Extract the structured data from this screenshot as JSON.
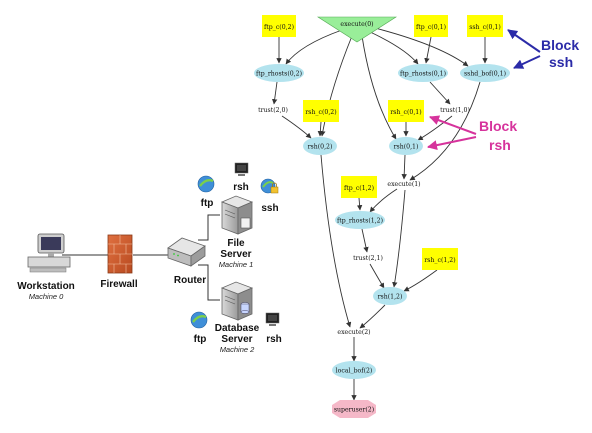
{
  "network": {
    "workstation": {
      "label": "Workstation",
      "sublabel": "Machine 0"
    },
    "firewall": {
      "label": "Firewall"
    },
    "router": {
      "label": "Router"
    },
    "file_server": {
      "label_line1": "File",
      "label_line2": "Server",
      "sublabel": "Machine 1"
    },
    "db_server": {
      "label_line1": "Database",
      "label_line2": "Server",
      "sublabel": "Machine 2"
    },
    "services": {
      "ftp1": "ftp",
      "rsh1": "rsh",
      "ssh1": "ssh",
      "ftp2": "ftp",
      "rsh2": "rsh"
    }
  },
  "graph": {
    "nodes": {
      "execute0": "execute(0)",
      "ftp_c02": "ftp_c(0,2)",
      "ftp_c01": "ftp_c(0,1)",
      "ssh_c01": "ssh_c(0,1)",
      "ftp_rhosts02": "ftp_rhosts(0,2)",
      "ftp_rhosts01": "ftp_rhosts(0,1)",
      "sshd_bof01": "sshd_bof(0,1)",
      "trust20": "trust(2,0)",
      "rsh_c02": "rsh_c(0,2)",
      "rsh_c01": "rsh_c(0,1)",
      "trust10": "trust(1,0)",
      "rsh02": "rsh(0,2)",
      "rsh01": "rsh(0,1)",
      "execute1": "execute(1)",
      "ftp_c12": "ftp_c(1,2)",
      "ftp_rhosts12": "ftp_rhosts(1,2)",
      "trust21": "trust(2,1)",
      "rsh_c12": "rsh_c(1,2)",
      "rsh12": "rsh(1,2)",
      "execute2": "execute(2)",
      "local_bof2": "local_bof(2)",
      "superuser2": "superuser(2)"
    },
    "callouts": {
      "ssh_line1": "Block",
      "ssh_line2": "ssh",
      "rsh_line1": "Block",
      "rsh_line2": "rsh",
      "ssh_color": "#2b2ba8",
      "rsh_color": "#d6339c"
    },
    "colors": {
      "precondition_fill": "#ffff00",
      "exploit_fill": "#b3e3ee",
      "goal_fill": "#f5b8c8",
      "root_fill": "#99ee99"
    }
  }
}
